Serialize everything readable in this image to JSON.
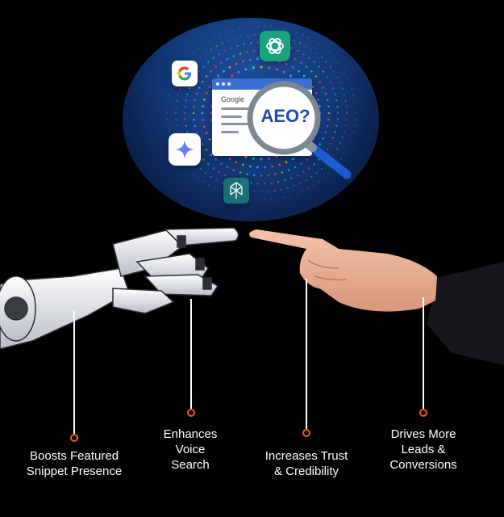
{
  "header": {
    "magnifier_text": "AEO?",
    "browser_title": "Google",
    "apps": [
      "google-icon",
      "chatgpt-icon",
      "gemini-icon",
      "perplexity-icon"
    ]
  },
  "benefits": [
    {
      "lines": [
        "Boosts Featured",
        "Snippet Presence"
      ]
    },
    {
      "lines": [
        "Enhances",
        "Voice",
        "Search"
      ]
    },
    {
      "lines": [
        "Increases Trust",
        "& Credibility"
      ]
    },
    {
      "lines": [
        "Drives More",
        "Leads &",
        "Conversions"
      ]
    }
  ],
  "colors": {
    "background": "#000000",
    "accent_dot": "#ef5a24",
    "oval_blue": "#123a7a",
    "magnifier_handle": "#1f5bd0",
    "text": "#ffffff"
  }
}
